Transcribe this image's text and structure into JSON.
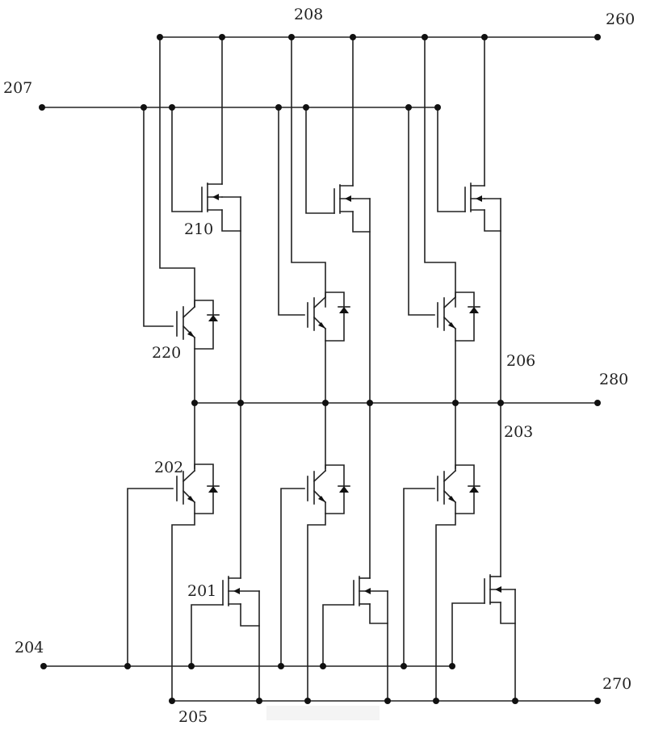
{
  "labels": {
    "n260": "260",
    "n208": "208",
    "n207": "207",
    "n210": "210",
    "n220": "220",
    "n206": "206",
    "n280": "280",
    "n203": "203",
    "n202": "202",
    "n201": "201",
    "n204": "204",
    "n270": "270",
    "n205": "205"
  },
  "colors": {
    "ink": "#222222",
    "background": "#ffffff"
  }
}
